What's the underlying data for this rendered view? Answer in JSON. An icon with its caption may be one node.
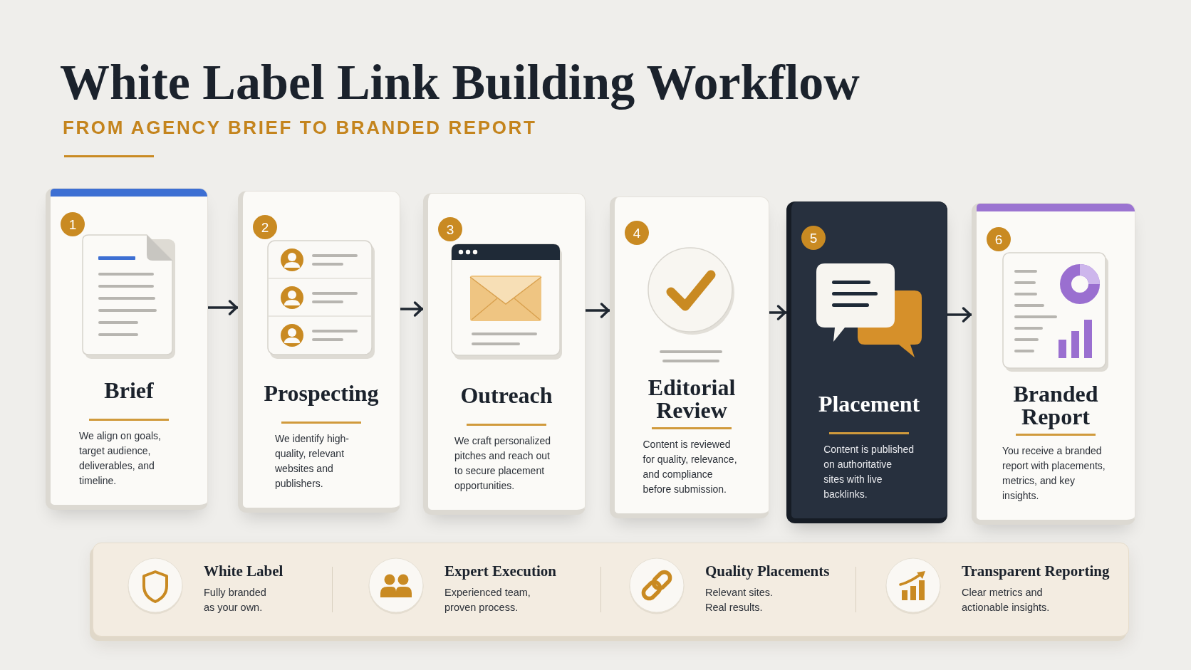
{
  "diagram": {
    "title": "White Label Link Building Workflow",
    "nodes": [
      {
        "text": [
          "1",
          "Brief",
          "We align on goals, target audience, deliverables, and timeline."
        ]
      },
      {
        "text": [
          "2",
          "Prospecting",
          "We identify high-quality, relevant websites and publishers."
        ]
      },
      {
        "text": [
          "3",
          "Outreach",
          "We craft personalized pitches and reach out to secure placement opportunities."
        ]
      },
      {
        "text": [
          "4",
          "Editorial Review",
          "Content is reviewed for quality, relevance, and compliance before submission."
        ]
      },
      {
        "text": [
          "5",
          "Placement",
          "Content is published on authoritative sites with live backlinks."
        ]
      },
      {
        "text": [
          "6",
          "Branded Report",
          "You receive a branded report with placements, metrics, and key insights."
        ]
      },
      {
        "text": [],
        "shape": "box"
      },
      {
        "text": [
          "White Label",
          "Fully branded as your own."
        ],
        "in": 6
      },
      {
        "text": [
          "Expert Execution",
          "Experienced team, proven process."
        ],
        "in": 6
      },
      {
        "text": [
          "Quality Placements",
          "Relevant sites. Real results."
        ],
        "in": 6
      },
      {
        "text": [
          "Transparent Reporting",
          "Clear metrics and actionable insights."
        ],
        "in": 6
      }
    ],
    "edges": [
      {
        "from": 0,
        "to": 1,
        "arrow": "to"
      },
      {
        "from": 1,
        "to": 2,
        "arrow": "to"
      },
      {
        "from": 2,
        "to": 3,
        "arrow": "to"
      },
      {
        "from": 3,
        "to": 4,
        "arrow": "to"
      },
      {
        "from": 4,
        "to": 5,
        "arrow": "to"
      }
    ],
    "labels": [
      "FROM AGENCY BRIEF TO BRANDED REPORT"
    ]
  }
}
